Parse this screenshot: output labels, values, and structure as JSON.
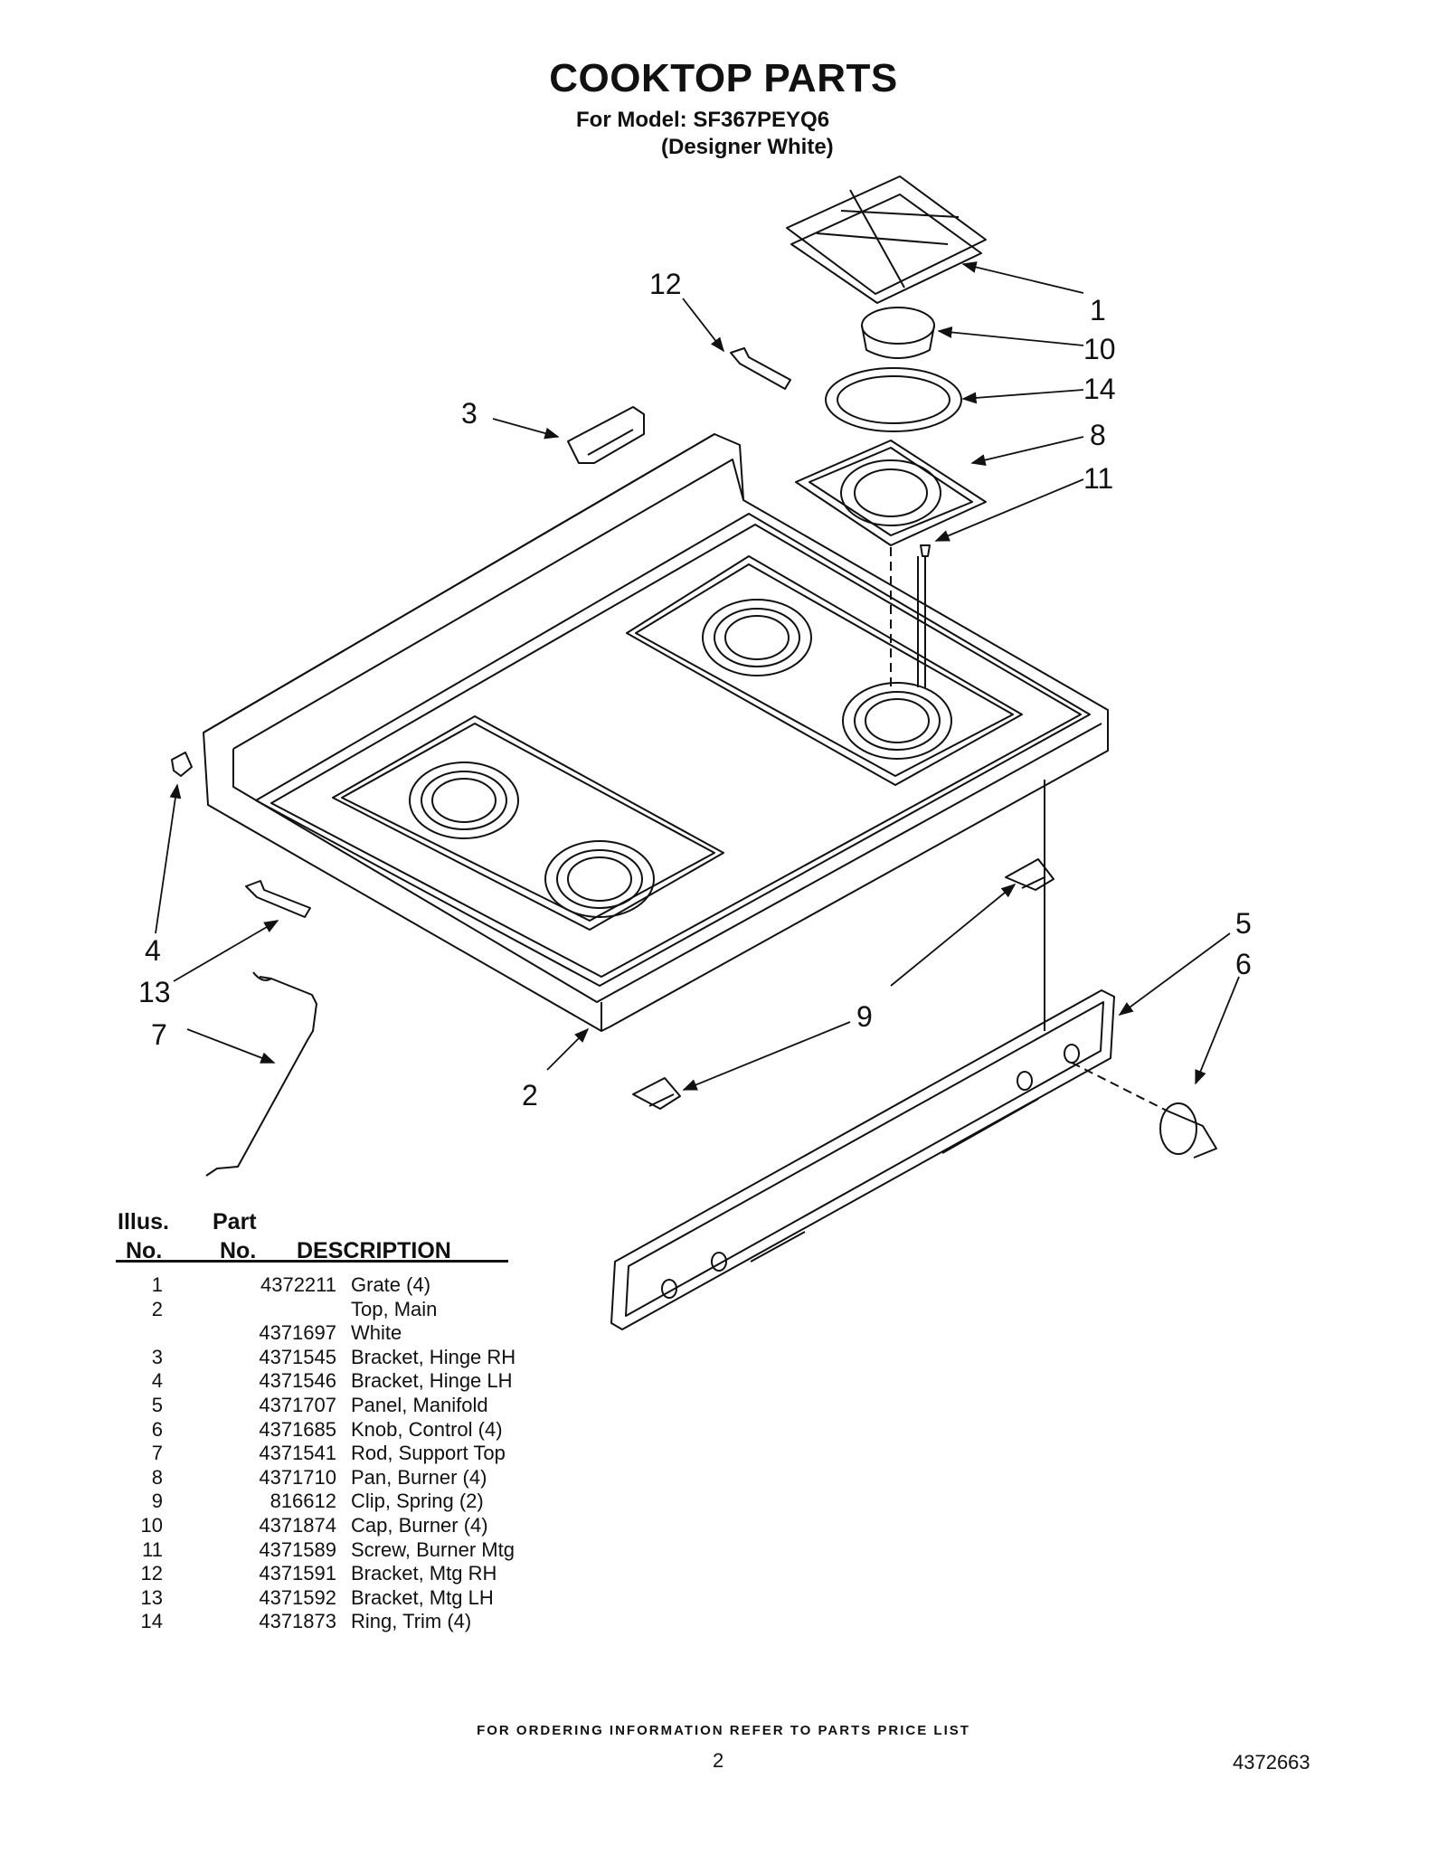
{
  "header": {
    "title": "COOKTOP PARTS",
    "model_line": "For Model: SF367PEYQ6",
    "variant_line": "(Designer White)"
  },
  "callouts": [
    "1",
    "10",
    "14",
    "8",
    "11",
    "12",
    "3",
    "5",
    "6",
    "9",
    "4",
    "13",
    "7",
    "2"
  ],
  "table": {
    "col_illus_1": "Illus.",
    "col_illus_2": "No.",
    "col_part_1": "Part",
    "col_part_2": "No.",
    "col_desc": "DESCRIPTION",
    "rows": [
      {
        "illus": "1",
        "part": "4372211",
        "desc": "Grate (4)"
      },
      {
        "illus": "2",
        "part": "",
        "desc": "Top, Main"
      },
      {
        "illus": "",
        "part": "4371697",
        "desc": "White"
      },
      {
        "illus": "3",
        "part": "4371545",
        "desc": "Bracket, Hinge RH"
      },
      {
        "illus": "4",
        "part": "4371546",
        "desc": "Bracket, Hinge LH"
      },
      {
        "illus": "5",
        "part": "4371707",
        "desc": "Panel, Manifold"
      },
      {
        "illus": "6",
        "part": "4371685",
        "desc": "Knob, Control (4)"
      },
      {
        "illus": "7",
        "part": "4371541",
        "desc": "Rod, Support Top"
      },
      {
        "illus": "8",
        "part": "4371710",
        "desc": "Pan, Burner (4)"
      },
      {
        "illus": "9",
        "part": "816612",
        "desc": "Clip, Spring (2)"
      },
      {
        "illus": "10",
        "part": "4371874",
        "desc": "Cap, Burner (4)"
      },
      {
        "illus": "11",
        "part": "4371589",
        "desc": "Screw, Burner Mtg"
      },
      {
        "illus": "12",
        "part": "4371591",
        "desc": "Bracket, Mtg RH"
      },
      {
        "illus": "13",
        "part": "4371592",
        "desc": "Bracket, Mtg LH"
      },
      {
        "illus": "14",
        "part": "4371873",
        "desc": "Ring, Trim (4)"
      }
    ]
  },
  "footer": {
    "ordering_note": "FOR ORDERING INFORMATION REFER TO PARTS PRICE LIST",
    "page_number": "2",
    "document_number": "4372663"
  }
}
